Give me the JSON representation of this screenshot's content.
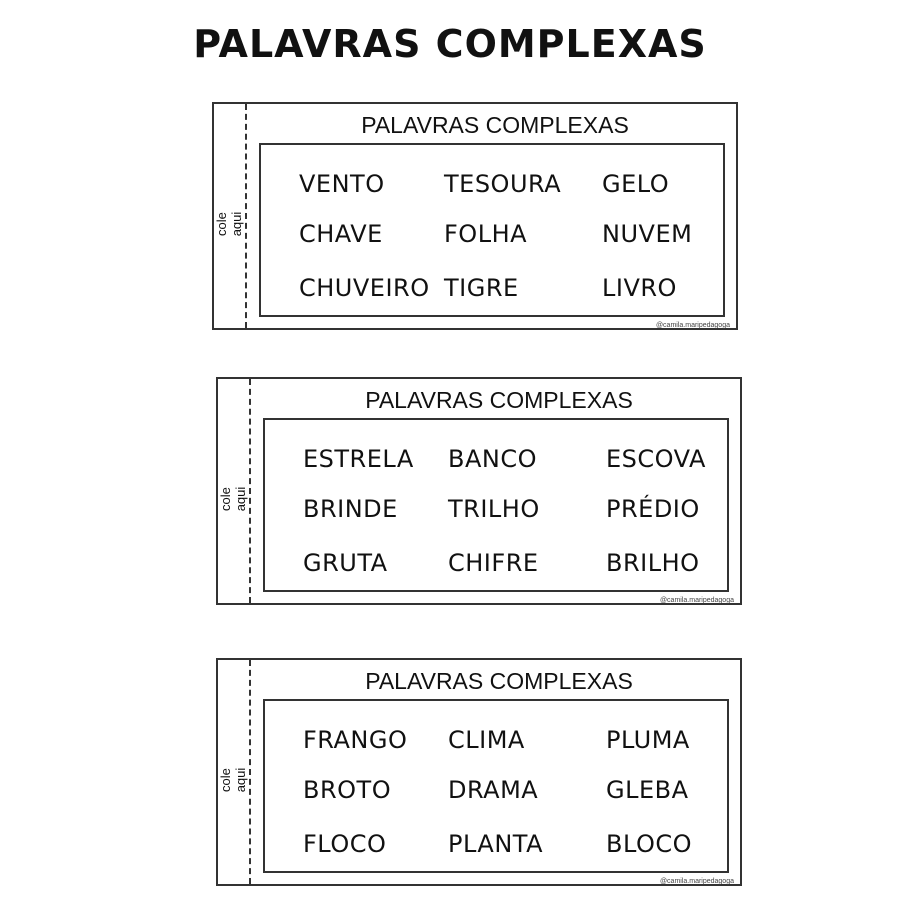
{
  "title": "PALAVRAS COMPLEXAS",
  "cards": [
    {
      "title": "PALAVRAS COMPLEXAS",
      "side_label": "cole aqui",
      "credit": "@camila.maripedagoga",
      "words": [
        "VENTO",
        "TESOURA",
        "GELO",
        "CHAVE",
        "FOLHA",
        "NUVEM",
        "CHUVEIRO",
        "TIGRE",
        "LIVRO"
      ]
    },
    {
      "title": "PALAVRAS COMPLEXAS",
      "side_label": "cole aqui",
      "credit": "@camila.maripedagoga",
      "words": [
        "ESTRELA",
        "BANCO",
        "ESCOVA",
        "BRINDE",
        "TRILHO",
        "PRÉDIO",
        "GRUTA",
        "CHIFRE",
        "BRILHO"
      ]
    },
    {
      "title": "PALAVRAS COMPLEXAS",
      "side_label": "cole aqui",
      "credit": "@camila.maripedagoga",
      "words": [
        "FRANGO",
        "CLIMA",
        "PLUMA",
        "BROTO",
        "DRAMA",
        "GLEBA",
        "FLOCO",
        "PLANTA",
        "BLOCO"
      ]
    }
  ]
}
